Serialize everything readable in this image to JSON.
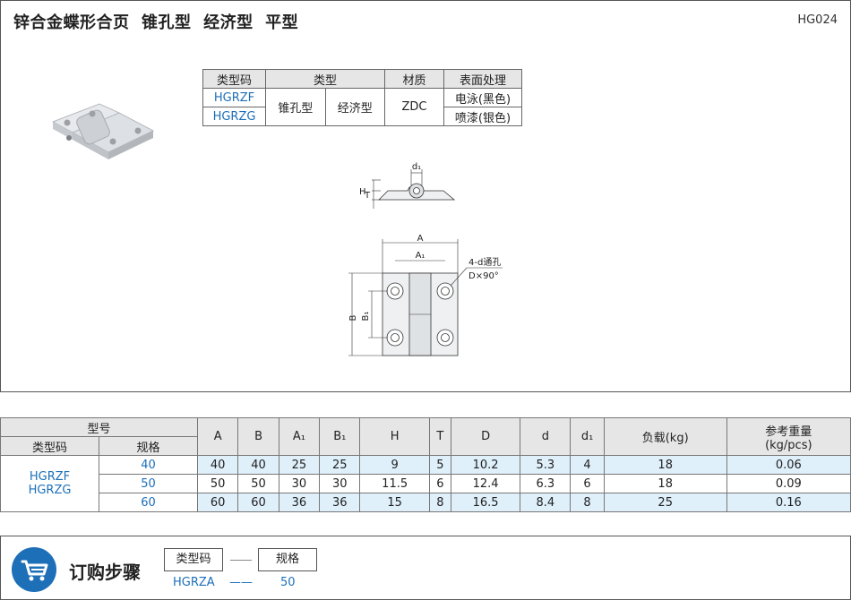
{
  "header": {
    "title": "锌合金蝶形合页  锥孔型  经济型  平型",
    "code": "HG024"
  },
  "type_table": {
    "headers": [
      "类型码",
      "类型",
      "",
      "材质",
      "表面处理"
    ],
    "codes": [
      "HGRZF",
      "HGRZG"
    ],
    "type_hole": "锥孔型",
    "type_eco": "经济型",
    "material": "ZDC",
    "finishes": [
      "电泳(黑色)",
      "喷漆(银色)"
    ]
  },
  "drawing": {
    "d1": "d₁",
    "H": "H",
    "T": "T",
    "A": "A",
    "A1": "A₁",
    "B": "B",
    "B1": "B₁",
    "hole_note_1": "4-d通孔",
    "hole_note_2": "D×90°"
  },
  "spec_table": {
    "group_header": "型号",
    "sub_headers": [
      "类型码",
      "规格"
    ],
    "columns": [
      "A",
      "B",
      "A₁",
      "B₁",
      "H",
      "T",
      "D",
      "d",
      "d₁",
      "负载(kg)",
      "参考重量\n(kg/pcs)"
    ],
    "codes": [
      "HGRZF",
      "HGRZG"
    ],
    "rows": [
      {
        "size": "40",
        "values": [
          "40",
          "40",
          "25",
          "25",
          "9",
          "5",
          "10.2",
          "5.3",
          "4",
          "18",
          "0.06"
        ]
      },
      {
        "size": "50",
        "values": [
          "50",
          "50",
          "30",
          "30",
          "11.5",
          "6",
          "12.4",
          "6.3",
          "6",
          "18",
          "0.09"
        ]
      },
      {
        "size": "60",
        "values": [
          "60",
          "60",
          "36",
          "36",
          "15",
          "8",
          "16.5",
          "8.4",
          "8",
          "25",
          "0.16"
        ]
      }
    ]
  },
  "order": {
    "title": "订购步骤",
    "box1": "类型码",
    "box2": "规格",
    "example_code": "HGRZA",
    "example_size": "50",
    "dash": "——"
  }
}
